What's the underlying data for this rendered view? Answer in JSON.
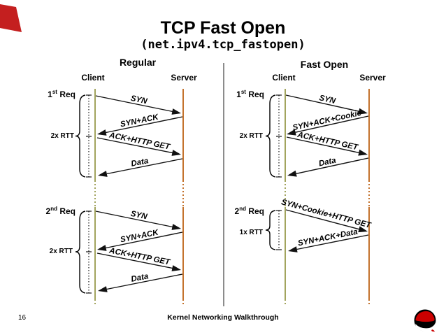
{
  "title": {
    "main": "TCP Fast Open",
    "subtitle": "(net.ipv4.tcp_fastopen)"
  },
  "footer": {
    "page_number": "16",
    "text": "Kernel Networking Walkthrough"
  },
  "colors": {
    "client_line": "#a2a45e",
    "server_line": "#c4732e",
    "divider": "#8c8c8c",
    "logo_red": "#cc0000",
    "arrow_black": "#111111"
  },
  "icons": {
    "corner_accent": "red-corner-shape",
    "logo": "redhat-fedora-logo"
  },
  "diagrams": {
    "regular": {
      "title": "Regular",
      "client": "Client",
      "server": "Server",
      "req1": {
        "num": "1",
        "sup": "st",
        "word": " Req",
        "rtt": "2x RTT",
        "msg1": "SYN",
        "msg2": "SYN+ACK",
        "msg3": "ACK+HTTP GET",
        "msg4": "Data"
      },
      "req2": {
        "num": "2",
        "sup": "nd",
        "word": " Req",
        "rtt": "2x RTT",
        "msg1": "SYN",
        "msg2": "SYN+ACK",
        "msg3": "ACK+HTTP GET",
        "msg4": "Data"
      }
    },
    "fastopen": {
      "title": "Fast Open",
      "client": "Client",
      "server": "Server",
      "req1": {
        "num": "1",
        "sup": "st",
        "word": " Req",
        "rtt": "2x RTT",
        "msg1": "SYN",
        "msg2": "SYN+ACK+Cookie",
        "msg3": "ACK+HTTP GET",
        "msg4": "Data"
      },
      "req2": {
        "num": "2",
        "sup": "nd",
        "word": " Req",
        "rtt": "1x RTT",
        "msg1": "SYN+Cookie+HTTP GET",
        "msg2": "SYN+ACK+Data"
      }
    }
  }
}
